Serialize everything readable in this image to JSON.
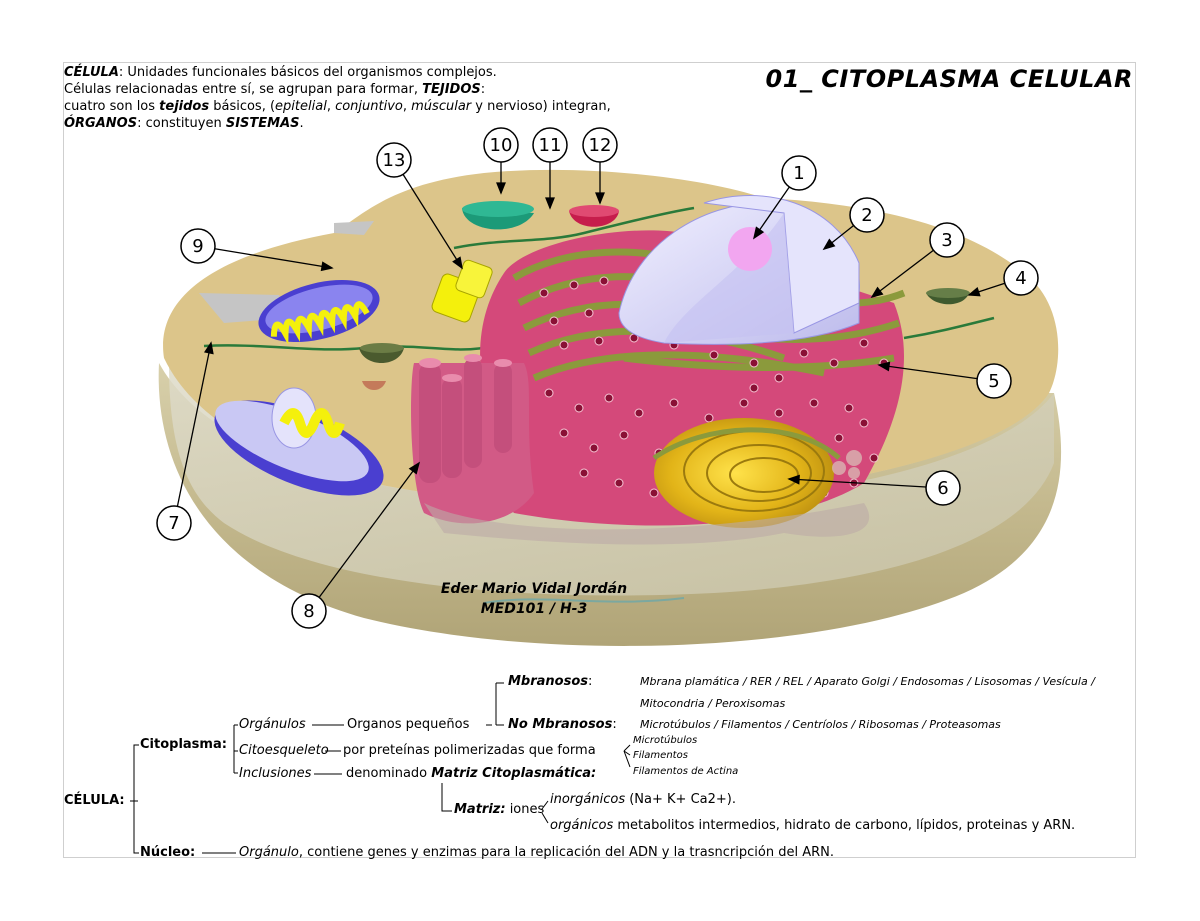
{
  "title": "01_ CITOPLASMA CELULAR",
  "header": {
    "l1_b": "CÉLULA",
    "l1_t": ": Unidades funcionales básicos del organismos complejos.",
    "l2_t": "Células relacionadas entre sí, se agrupan para formar, ",
    "l2_b": "TEJIDOS",
    "l2_c": ":",
    "l3_a": "cuatro son los ",
    "l3_b": "tejidos",
    "l3_c": " básicos, (",
    "l3_d": "epitelial",
    "l3_e": ", ",
    "l3_f": "conjuntivo",
    "l3_g": ", ",
    "l3_h": "múscular",
    "l3_i": " y nervioso) integran,",
    "l4_b": "ÓRGANOS",
    "l4_t": ": constituyen ",
    "l4_b2": "SISTEMAS",
    "l4_c": "."
  },
  "author": {
    "name": "Eder Mario Vidal Jordán",
    "course": "MED101 / H-3"
  },
  "labels": [
    "1",
    "2",
    "3",
    "4",
    "5",
    "6",
    "7",
    "8",
    "9",
    "10",
    "11",
    "12",
    "13"
  ],
  "tree": {
    "celula": "CÉLULA:",
    "citoplasma": "Citoplasma:",
    "nucleo": "Núcleo:",
    "organulos": "Orgánulos",
    "organos_peq": "Organos pequeños",
    "mbranosos": "Mbranosos",
    "mbranosos_colon": ":",
    "no_mbranosos": "No Mbranosos",
    "no_colon": ":",
    "mbr_list1": "Mbrana plamática / RER / REL / Aparato Golgi / Endosomas / Lisosomas / Vesícula /",
    "mbr_list2": "Mitocondria / Peroxisomas",
    "nombr_list": "Microtúbulos / Filamentos / Centríolos / Ribosomas / Proteasomas",
    "citoesqueleto": "Citoesqueleto",
    "cito_desc": "por preteínas polimerizadas que forma",
    "micro": "Microtúbulos",
    "filamentos": "Filamentos",
    "actina": "Filamentos de Actina",
    "inclusiones": "Inclusiones",
    "denominado": "denominado ",
    "matriz_cito": "Matriz Citoplasmática:",
    "matriz": "Matriz:",
    "iones": " iones",
    "inorg": "inorgánicos",
    "inorg_desc": " (Na+ K+ Ca2+).",
    "org": "orgánicos",
    "org_desc": " metabolitos intermedios, hidrato de carbono, lípidos, proteinas y ARN.",
    "organulo": "Orgánulo",
    "nucleo_desc": ", contiene genes y enzimas para la replicación del ADN y la trasncripción del ARN."
  },
  "colors": {
    "cytoplasm": "#dcc58a",
    "wall": "#c9bf9a",
    "er": "#d4497a",
    "er_edge": "#8b9a3c",
    "nucleus": "#c9c8f4",
    "golgi": "#e0b81a",
    "mito": "#4a3fd0",
    "centriole": "#f4f00c",
    "vesicle": "#1c9a78",
    "lysosome": "#c61d4c"
  }
}
